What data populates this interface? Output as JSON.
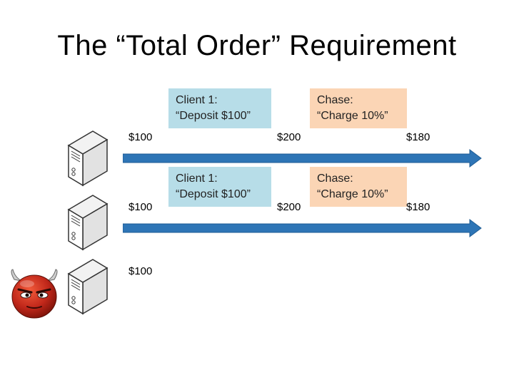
{
  "slide": {
    "title": "The “Total Order” Requirement"
  },
  "row1": {
    "client_box": {
      "line1": "Client 1:",
      "line2": "“Deposit $100”"
    },
    "chase_box": {
      "line1": "Chase:",
      "line2": "“Charge 10%”"
    },
    "start_value": "$100",
    "mid_value": "$200",
    "end_value": "$180"
  },
  "row2": {
    "client_box": {
      "line1": "Client 1:",
      "line2": "“Deposit $100”"
    },
    "chase_box": {
      "line1": "Chase:",
      "line2": "“Charge 10%”"
    },
    "start_value": "$100",
    "mid_value": "$200",
    "end_value": "$180"
  },
  "row3": {
    "start_value": "$100"
  },
  "colors": {
    "arrow": "#2e75b6",
    "client_box": "#b7dde8",
    "chase_box": "#fbd5b5",
    "devil": "#c0271a"
  },
  "icons": [
    "server-icon",
    "devil-face-icon"
  ]
}
